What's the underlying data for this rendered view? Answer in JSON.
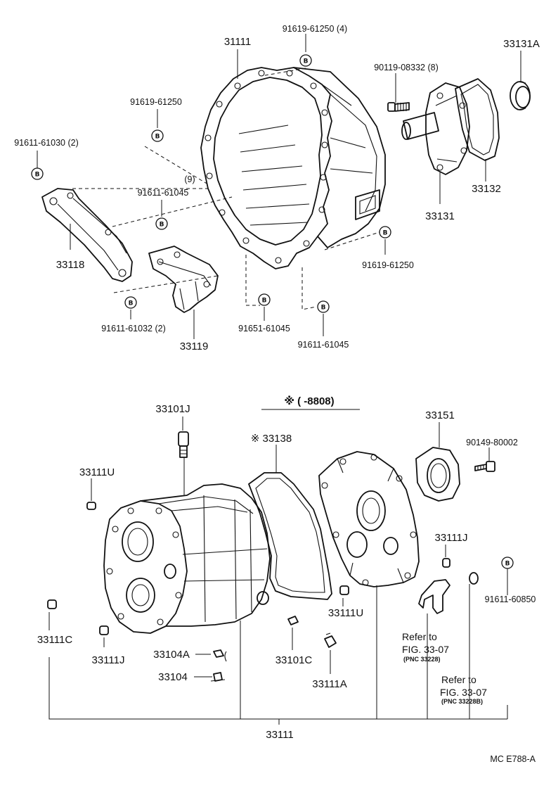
{
  "badge_letter": "B",
  "figure_code": "MC  E788-A",
  "note_title": "※ (        -8808)",
  "labels": {
    "p31111_top": "31111",
    "p91619_61250_4": "91619-61250 (4)",
    "p90119_08332_8": "90119-08332 (8)",
    "p33131A": "33131A",
    "p91619_61250_a": "91619-61250",
    "p91611_61030_2": "91611-61030 (2)",
    "p9": "(9)",
    "p91611_61045_a": "91611-61045",
    "p33118": "33118",
    "p33132": "33132",
    "p33131": "33131",
    "p91619_61250_b": "91619-61250",
    "p91611_61032_2": "91611-61032 (2)",
    "p91651_61045": "91651-61045",
    "p91611_61045_b": "91611-61045",
    "p33119": "33119",
    "p33101J": "33101J",
    "p33138": "※ 33138",
    "p33151": "33151",
    "p90149_80002": "90149-80002",
    "p33111U_a": "33111U",
    "p33111J_a": "33111J",
    "p91611_60850": "91611-60850",
    "p33111U_b": "33111U",
    "p33111C": "33111C",
    "p33111J_b": "33111J",
    "p33104A": "33104A",
    "p33101C": "33101C",
    "p33104": "33104",
    "p33111A": "33111A",
    "p33111_bottom": "33111"
  },
  "refs": [
    {
      "line1": "Refer to",
      "line2": "FIG. 33-07",
      "line3": "(PNC 33228)"
    },
    {
      "line1": "Refer to",
      "line2": "FIG. 33-07",
      "line3": "(PNC 33228B)"
    }
  ]
}
